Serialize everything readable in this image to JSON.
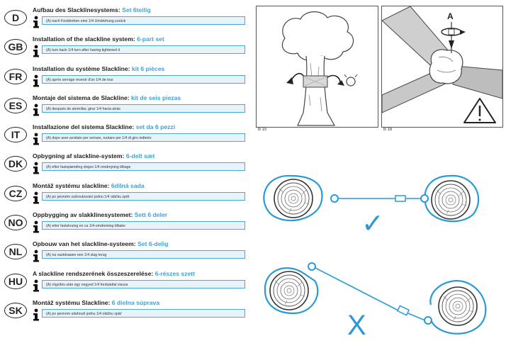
{
  "languages": [
    {
      "code": "D",
      "title": "Aufbau des Slacklinesystems: ",
      "set": "Set 6teilig",
      "note": "(A) nach Festdrehen eine 1/4 Umdrehung zurück"
    },
    {
      "code": "GB",
      "title": "Installation of the slackline system: ",
      "set": "6-part set",
      "note": "(A) turn back 1/4 turn after having tightened it"
    },
    {
      "code": "FR",
      "title": "Installation du système Slackline: ",
      "set": "kit 6 pièces",
      "note": "(A) après serrage revenir d'un 1/4 de tour"
    },
    {
      "code": "ES",
      "title": "Montaje del sistema de Slackline: ",
      "set": "kit de seis piezas",
      "note": "(A) después de atornillar, girar 1/4 hacia atrás"
    },
    {
      "code": "IT",
      "title": "Installazione del sistema Slackline: ",
      "set": "set da 6 pezzi",
      "note": "(A) dopo aver avvitato per serrare, ruotare per 1/4 di giro indietro"
    },
    {
      "code": "DK",
      "title": "Opbygning af slackline-system: ",
      "set": "6-delt sæt",
      "note": "(A) efter fastspænding drejes 1/4 omdrejning tilbage"
    },
    {
      "code": "CZ",
      "title": "Montáž systému slackline: ",
      "set": "6dílná sada",
      "note": "(A) po pevném zašroubování jednu 1/4 otáčku zpět"
    },
    {
      "code": "NO",
      "title": "Oppbygging av slakklinesystemet: ",
      "set": "Sett 6 deler",
      "note": "(A) etter fastskruing en ca 1/4-omdreining tilbake"
    },
    {
      "code": "NL",
      "title": "Opbouw van het slackline-systeem: ",
      "set": "Set 6-delig",
      "note": "(A) na vastdraaien een 1/4 slag terug"
    },
    {
      "code": "HU",
      "title": "A slackline rendszerének összeszerelése: ",
      "set": "6-részes szett",
      "note": "(A) rögzítés után egy negyed 1/4 fordulattal vissza"
    },
    {
      "code": "SK",
      "title": "Montáž systému Slackline: ",
      "set": "6 dielna súprava",
      "note": "(A) po pevnom utiahnutí jednu 1/4 otáčku späť"
    }
  ],
  "figures": {
    "b15_caption": "B 15",
    "b16_caption": "B 16",
    "b16_label": "A",
    "correct_mark": "✓",
    "wrong_mark": "X"
  },
  "colors": {
    "accent": "#3aa3d8",
    "info_bg": "#e6f3fb",
    "line": "#2a9ad6"
  }
}
